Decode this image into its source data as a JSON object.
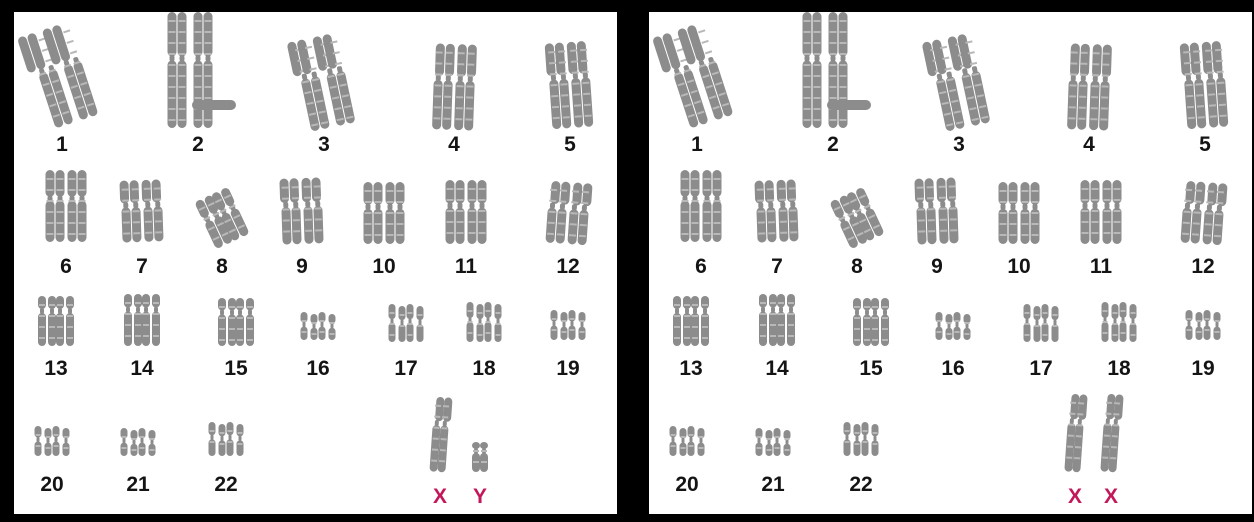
{
  "panels": [
    {
      "chromosomes": [
        {
          "label": "1"
        },
        {
          "label": "2"
        },
        {
          "label": "3"
        },
        {
          "label": "4"
        },
        {
          "label": "5"
        },
        {
          "label": "6"
        },
        {
          "label": "7"
        },
        {
          "label": "8"
        },
        {
          "label": "9"
        },
        {
          "label": "10"
        },
        {
          "label": "11"
        },
        {
          "label": "12"
        },
        {
          "label": "13"
        },
        {
          "label": "14"
        },
        {
          "label": "15"
        },
        {
          "label": "16"
        },
        {
          "label": "17"
        },
        {
          "label": "18"
        },
        {
          "label": "19"
        },
        {
          "label": "20"
        },
        {
          "label": "21"
        },
        {
          "label": "22"
        }
      ],
      "sex": [
        {
          "label": "X"
        },
        {
          "label": "Y"
        }
      ]
    },
    {
      "chromosomes": [
        {
          "label": "1"
        },
        {
          "label": "2"
        },
        {
          "label": "3"
        },
        {
          "label": "4"
        },
        {
          "label": "5"
        },
        {
          "label": "6"
        },
        {
          "label": "7"
        },
        {
          "label": "8"
        },
        {
          "label": "9"
        },
        {
          "label": "10"
        },
        {
          "label": "11"
        },
        {
          "label": "12"
        },
        {
          "label": "13"
        },
        {
          "label": "14"
        },
        {
          "label": "15"
        },
        {
          "label": "16"
        },
        {
          "label": "17"
        },
        {
          "label": "18"
        },
        {
          "label": "19"
        },
        {
          "label": "20"
        },
        {
          "label": "21"
        },
        {
          "label": "22"
        }
      ],
      "sex": [
        {
          "label": "X"
        },
        {
          "label": "X"
        }
      ]
    }
  ],
  "colors": {
    "chromosome": "#8c8c8c",
    "label": "#141414",
    "sex_label": "#c2185b",
    "frame": "#000000"
  }
}
